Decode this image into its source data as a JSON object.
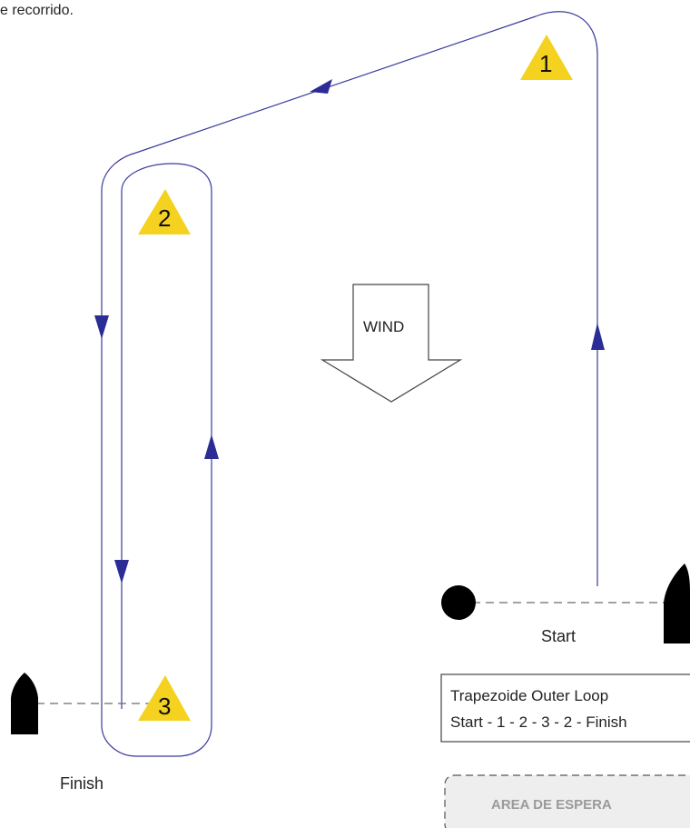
{
  "header_fragment": "e recorrido.",
  "marks": [
    {
      "number": "1",
      "color": "#f4d21f"
    },
    {
      "number": "2",
      "color": "#f4d21f"
    },
    {
      "number": "3",
      "color": "#f4d21f"
    }
  ],
  "wind_label": "WIND",
  "start_label": "Start",
  "finish_label": "Finish",
  "course": {
    "name": "Trapezoide Outer Loop",
    "sequence": "Start - 1 - 2 - 3 - 2 - Finish"
  },
  "waiting_area": "AREA DE ESPERA",
  "colors": {
    "course_line": "#3a3a9c",
    "arrow": "#2c2c96",
    "mark": "#f4d21f",
    "boat": "#000000",
    "waiting_area_fill": "#eeeeee"
  }
}
